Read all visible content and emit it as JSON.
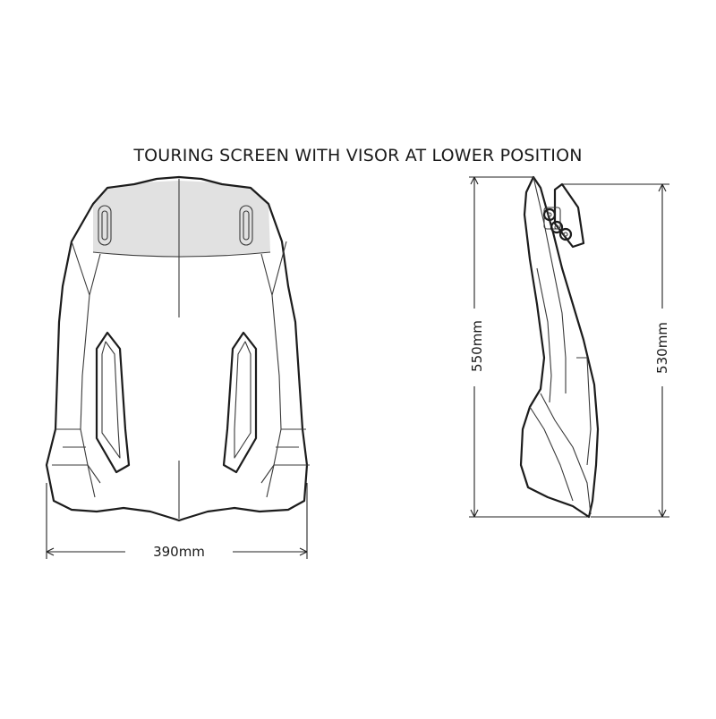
{
  "title": "TOURING SCREEN WITH VISOR AT LOWER POSITION",
  "dimensions": {
    "width": "390mm",
    "height_left": "550mm",
    "height_right": "530mm"
  }
}
